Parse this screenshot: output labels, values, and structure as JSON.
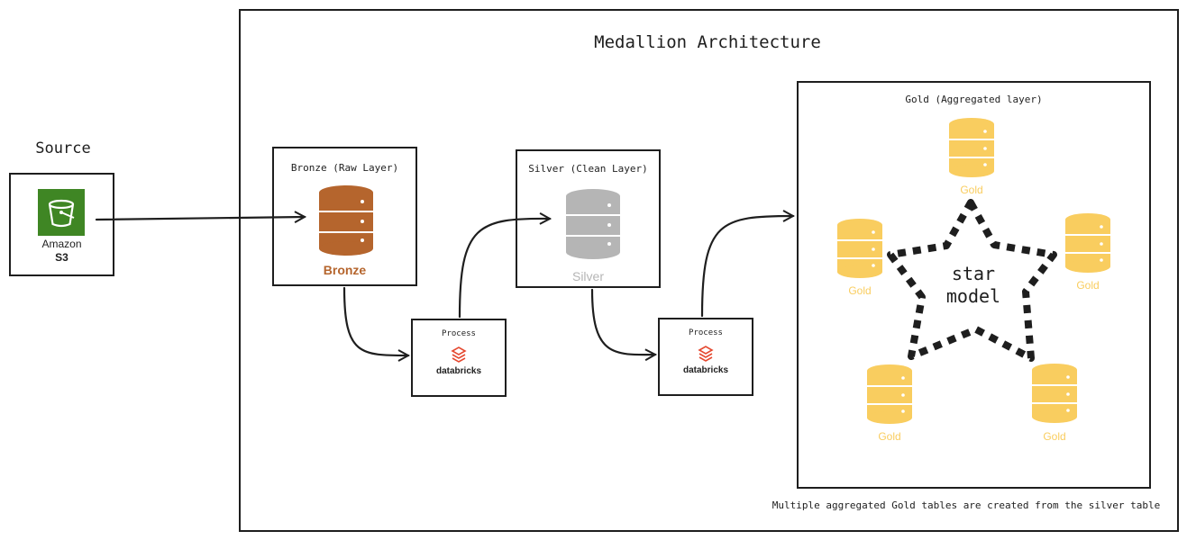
{
  "source": {
    "title": "Source",
    "service_line1": "Amazon",
    "service_line2": "S3",
    "icon": "amazon-s3-bucket-icon"
  },
  "architecture": {
    "title": "Medallion Architecture"
  },
  "bronze": {
    "title": "Bronze (Raw Layer)",
    "db_label": "Bronze",
    "color": "#b5652d"
  },
  "silver": {
    "title": "Silver (Clean Layer)",
    "db_label": "Silver",
    "color": "#b5b5b5"
  },
  "process1": {
    "title": "Process",
    "brand": "databricks",
    "icon": "databricks-icon"
  },
  "process2": {
    "title": "Process",
    "brand": "databricks",
    "icon": "databricks-icon"
  },
  "gold": {
    "title": "Gold (Aggregated layer)",
    "color": "#f9cd5f",
    "star_line1": "star",
    "star_line2": "model",
    "tables": [
      "Gold",
      "Gold",
      "Gold",
      "Gold",
      "Gold"
    ],
    "caption": "Multiple aggregated Gold tables are created from the silver table"
  },
  "colors": {
    "s3_green": "#3f8624",
    "databricks_red": "#e5482f",
    "stroke": "#1e1e1e"
  }
}
